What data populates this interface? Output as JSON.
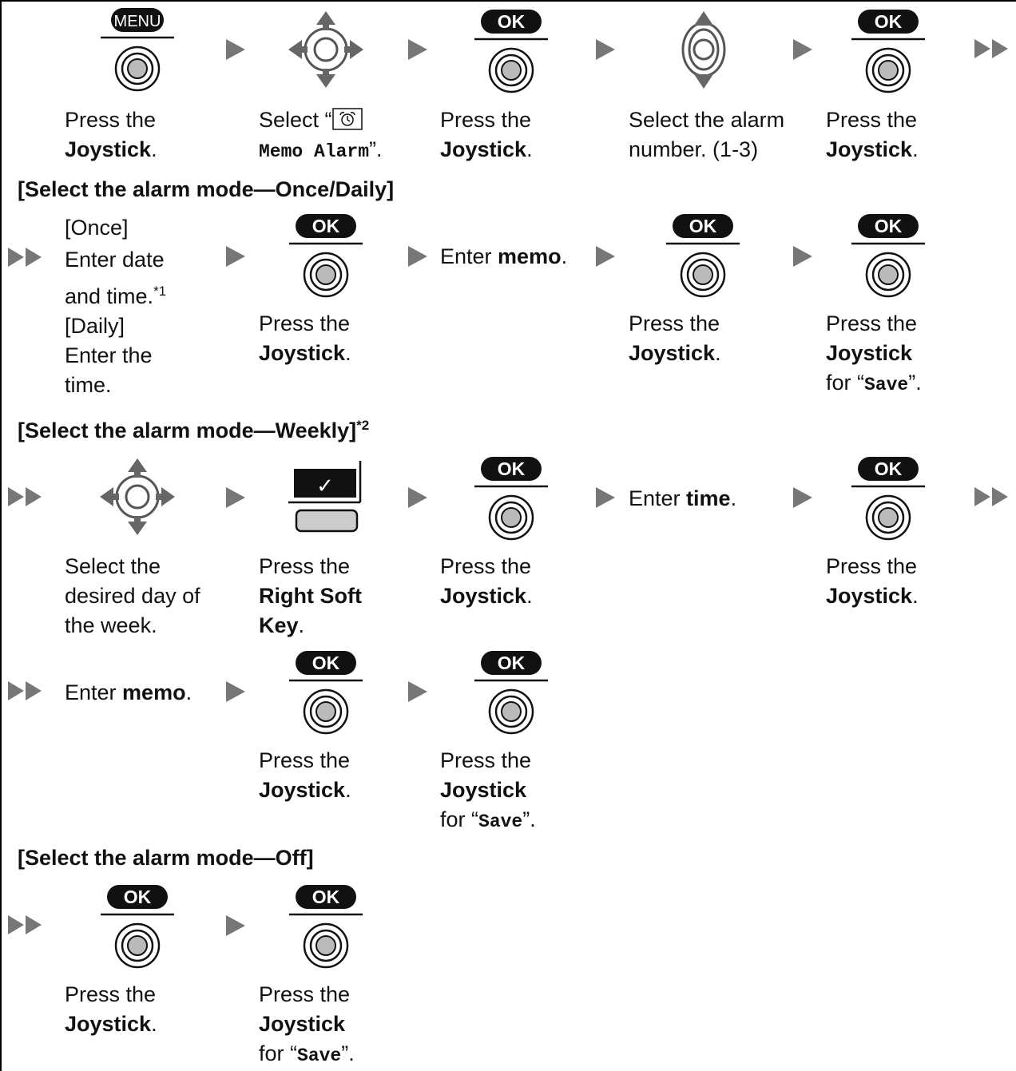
{
  "labels": {
    "menu_badge": "MENU",
    "ok_badge": "OK",
    "rsk_check": "✓"
  },
  "row1": {
    "s1_l1": "Press the",
    "s1_l2": "Joystick",
    "s1_l2_end": ".",
    "s2_l1a": "Select “",
    "s2_l1b": "”",
    "s2_l2": "Memo Alarm",
    "s2_l2_end": "”.",
    "s3_l1": "Press the",
    "s3_l2": "Joystick",
    "s3_l2_end": ".",
    "s4_l1": "Select the alarm",
    "s4_l2": "number. (1-3)",
    "s5_l1": "Press the",
    "s5_l2": "Joystick",
    "s5_l2_end": "."
  },
  "section_once": {
    "heading": "[Select the alarm mode—Once/Daily]",
    "once_label": "[Once]",
    "once_l1": "Enter date",
    "once_l2": "and time.",
    "once_note": "*1",
    "daily_label": "[Daily]",
    "daily_l1": "Enter the",
    "daily_l2": "time.",
    "s2_l1": "Press the",
    "s2_l2": "Joystick",
    "s2_l2_end": ".",
    "memo_pre": "Enter ",
    "memo_bold": "memo",
    "memo_end": ".",
    "s4_l1": "Press the",
    "s4_l2": "Joystick",
    "s4_l2_end": ".",
    "s5_l1": "Press the",
    "s5_l2": "Joystick",
    "s5_l3_pre": "for “",
    "s5_l3_mono": "Save",
    "s5_l3_end": "”."
  },
  "section_weekly": {
    "heading": "[Select the alarm mode—Weekly]",
    "heading_note": "*2",
    "s1_l1": "Select the",
    "s1_l2": "desired day of",
    "s1_l3": "the week.",
    "s2_l1": "Press the",
    "s2_l2": "Right Soft",
    "s2_l3": "Key",
    "s2_l3_end": ".",
    "s3_l1": "Press the",
    "s3_l2": "Joystick",
    "s3_l2_end": ".",
    "time_pre": "Enter ",
    "time_bold": "time",
    "time_end": ".",
    "s5_l1": "Press the",
    "s5_l2": "Joystick",
    "s5_l2_end": ".",
    "memo_pre": "Enter ",
    "memo_bold": "memo",
    "memo_end": ".",
    "m2_l1": "Press the",
    "m2_l2": "Joystick",
    "m2_l2_end": ".",
    "m3_l1": "Press the",
    "m3_l2": "Joystick",
    "m3_l3_pre": "for “",
    "m3_l3_mono": "Save",
    "m3_l3_end": "”."
  },
  "section_off": {
    "heading": "[Select the alarm mode—Off]",
    "s1_l1": "Press the",
    "s1_l2": "Joystick",
    "s1_l2_end": ".",
    "s2_l1": "Press the",
    "s2_l2": "Joystick",
    "s2_l3_pre": "for “",
    "s2_l3_mono": "Save",
    "s2_l3_end": "”."
  }
}
